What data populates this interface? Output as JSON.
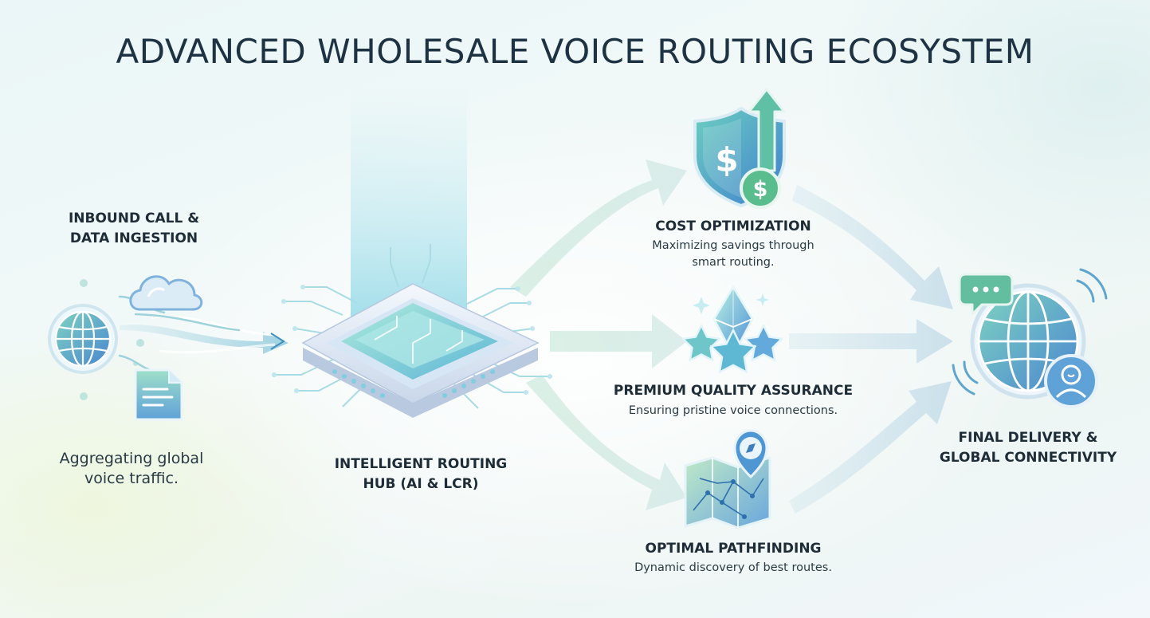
{
  "title": "ADVANCED WHOLESALE VOICE ROUTING ECOSYSTEM",
  "colors": {
    "title_text": "#1d3343",
    "label_text": "#1d2c36",
    "teal": "#4fb8c4",
    "blue": "#4c84cf",
    "green": "#7fd0a8",
    "chip_light": "#e9f1fb"
  },
  "inbound": {
    "label_lines": [
      "INBOUND CALL &",
      "DATA INGESTION"
    ],
    "description_lines": [
      "Aggregating global",
      "voice traffic."
    ],
    "icons": [
      "globe-icon",
      "cloud-icon",
      "document-icon"
    ]
  },
  "hub": {
    "label_lines": [
      "INTELLIGENT ROUTING",
      "HUB (AI & LCR)"
    ],
    "icon": "processor-chip-icon"
  },
  "cost": {
    "label": "COST OPTIMIZATION",
    "description_lines": [
      "Maximizing savings through",
      "smart routing."
    ],
    "icon": "shield-dollar-icon"
  },
  "quality": {
    "label": "PREMIUM QUALITY ASSURANCE",
    "description_lines": [
      "Ensuring pristine voice connections."
    ],
    "icon": "diamond-stars-icon"
  },
  "pathfinding": {
    "label": "OPTIMAL PATHFINDING",
    "description_lines": [
      "Dynamic discovery of best routes."
    ],
    "icon": "map-compass-icon"
  },
  "delivery": {
    "label_lines": [
      "FINAL DELIVERY &",
      "GLOBAL CONNECTIVITY"
    ],
    "icons": [
      "globe-icon",
      "chat-bubble-icon",
      "user-avatar-icon",
      "signal-waves-icon"
    ]
  }
}
